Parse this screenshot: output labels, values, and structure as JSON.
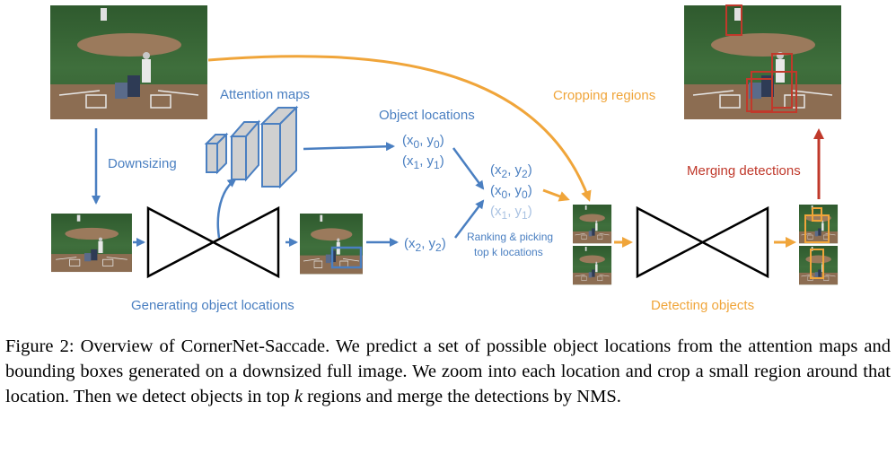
{
  "labels": {
    "attention_maps": "Attention maps",
    "object_locations": "Object locations",
    "downsizing": "Downsizing",
    "generating_object_locations": "Generating object locations",
    "cropping_regions": "Cropping regions",
    "merging_detections": "Merging detections",
    "detecting_objects": "Detecting objects",
    "ranking_line1": "Ranking & picking",
    "ranking_line2": "top k locations"
  },
  "coords": {
    "x": "x",
    "y": "y",
    "comma": ", ",
    "open": "(",
    "close": ")",
    "group_a": [
      {
        "sub": "0"
      },
      {
        "sub": "1"
      }
    ],
    "group_b": [
      {
        "sub": "2"
      },
      {
        "sub": "0"
      },
      {
        "sub": "1",
        "faded": true
      }
    ],
    "bottom": {
      "sub": "2"
    }
  },
  "caption": {
    "prefix": "Figure 2: Overview of CornerNet-Saccade.  We predict a set of possible object locations from the attention maps and bounding boxes generated on a downsized full image. We zoom into each location and crop a small region around that location.  Then we detect objects in top ",
    "k": "k",
    "suffix": " regions and merge the detections by NMS."
  },
  "colors": {
    "blue": "#4a7fc1",
    "blue_faded": "#a9c2e2",
    "orange": "#f0a53a",
    "red": "#c0392b",
    "field": "#3d6b3a",
    "dirt": "#9b7a5c"
  }
}
